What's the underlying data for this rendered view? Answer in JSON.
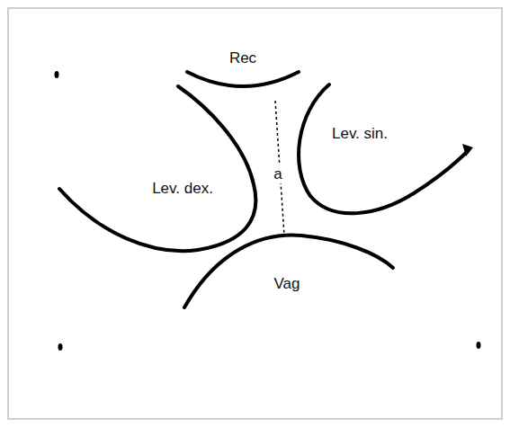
{
  "diagram": {
    "labels": [
      "Rec",
      "Lev. dex.",
      "a",
      "Lev. sin.",
      "Vag"
    ]
  }
}
